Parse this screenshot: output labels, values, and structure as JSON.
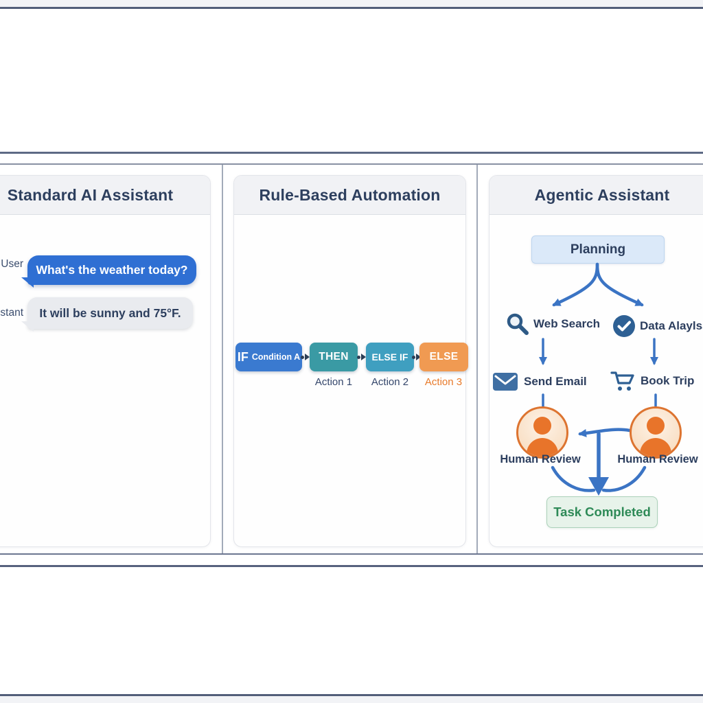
{
  "colors": {
    "navy": "#2d3f5e",
    "header-bg": "#f1f2f5",
    "frame-line": "#525e79",
    "band-line": "#5d6a85",
    "band-line-light": "#8891a3",
    "divider": "#a2aab9",
    "accent-blue": "#3b74c4",
    "bubble-blue": "#2f6fd3",
    "bubble-gray": "#e9ebef",
    "block-if": "#3a7ad0",
    "block-then": "#3a9aa4",
    "block-elseif": "#3f9fc0",
    "block-else": "#f09a52",
    "action-orange": "#e87a2a",
    "planning-bg": "#dbe9f9",
    "planning-border": "#bcd4ee",
    "task-green": "#2e8a57",
    "task-bg": "#e7f3ea",
    "task-border": "#abd1b9",
    "icon-blue": "#2e5f93",
    "avatar-orange": "#e8742a",
    "avatar-border": "#dd7430"
  },
  "panels": {
    "standard": {
      "title": "Standard AI Assistant",
      "chat": [
        {
          "speaker": "User",
          "message": "What's the weather today?"
        },
        {
          "speaker": "Assistant",
          "message": "It will be sunny and 75°F."
        }
      ]
    },
    "rule_based": {
      "title": "Rule-Based Automation",
      "blocks": [
        {
          "keyword": "IF",
          "detail": "Condition A",
          "action": ""
        },
        {
          "keyword": "THEN",
          "detail": "",
          "action": "Action 1"
        },
        {
          "keyword": "ELSE IF",
          "detail": "",
          "action": "Action 2"
        },
        {
          "keyword": "ELSE",
          "detail": "",
          "action": "Action 3"
        }
      ]
    },
    "agentic": {
      "title": "Agentic Assistant",
      "planning": "Planning",
      "tools": [
        {
          "label": "Web Search",
          "icon": "search-icon"
        },
        {
          "label": "Data Alaylssis",
          "icon": "check-circle-icon"
        }
      ],
      "actions": [
        {
          "label": "Send Email",
          "icon": "mail-icon"
        },
        {
          "label": "Book Trip",
          "icon": "cart-icon"
        }
      ],
      "reviews": [
        {
          "label": "Human Review"
        },
        {
          "label": "Human Review"
        }
      ],
      "result": "Task Completed"
    }
  }
}
